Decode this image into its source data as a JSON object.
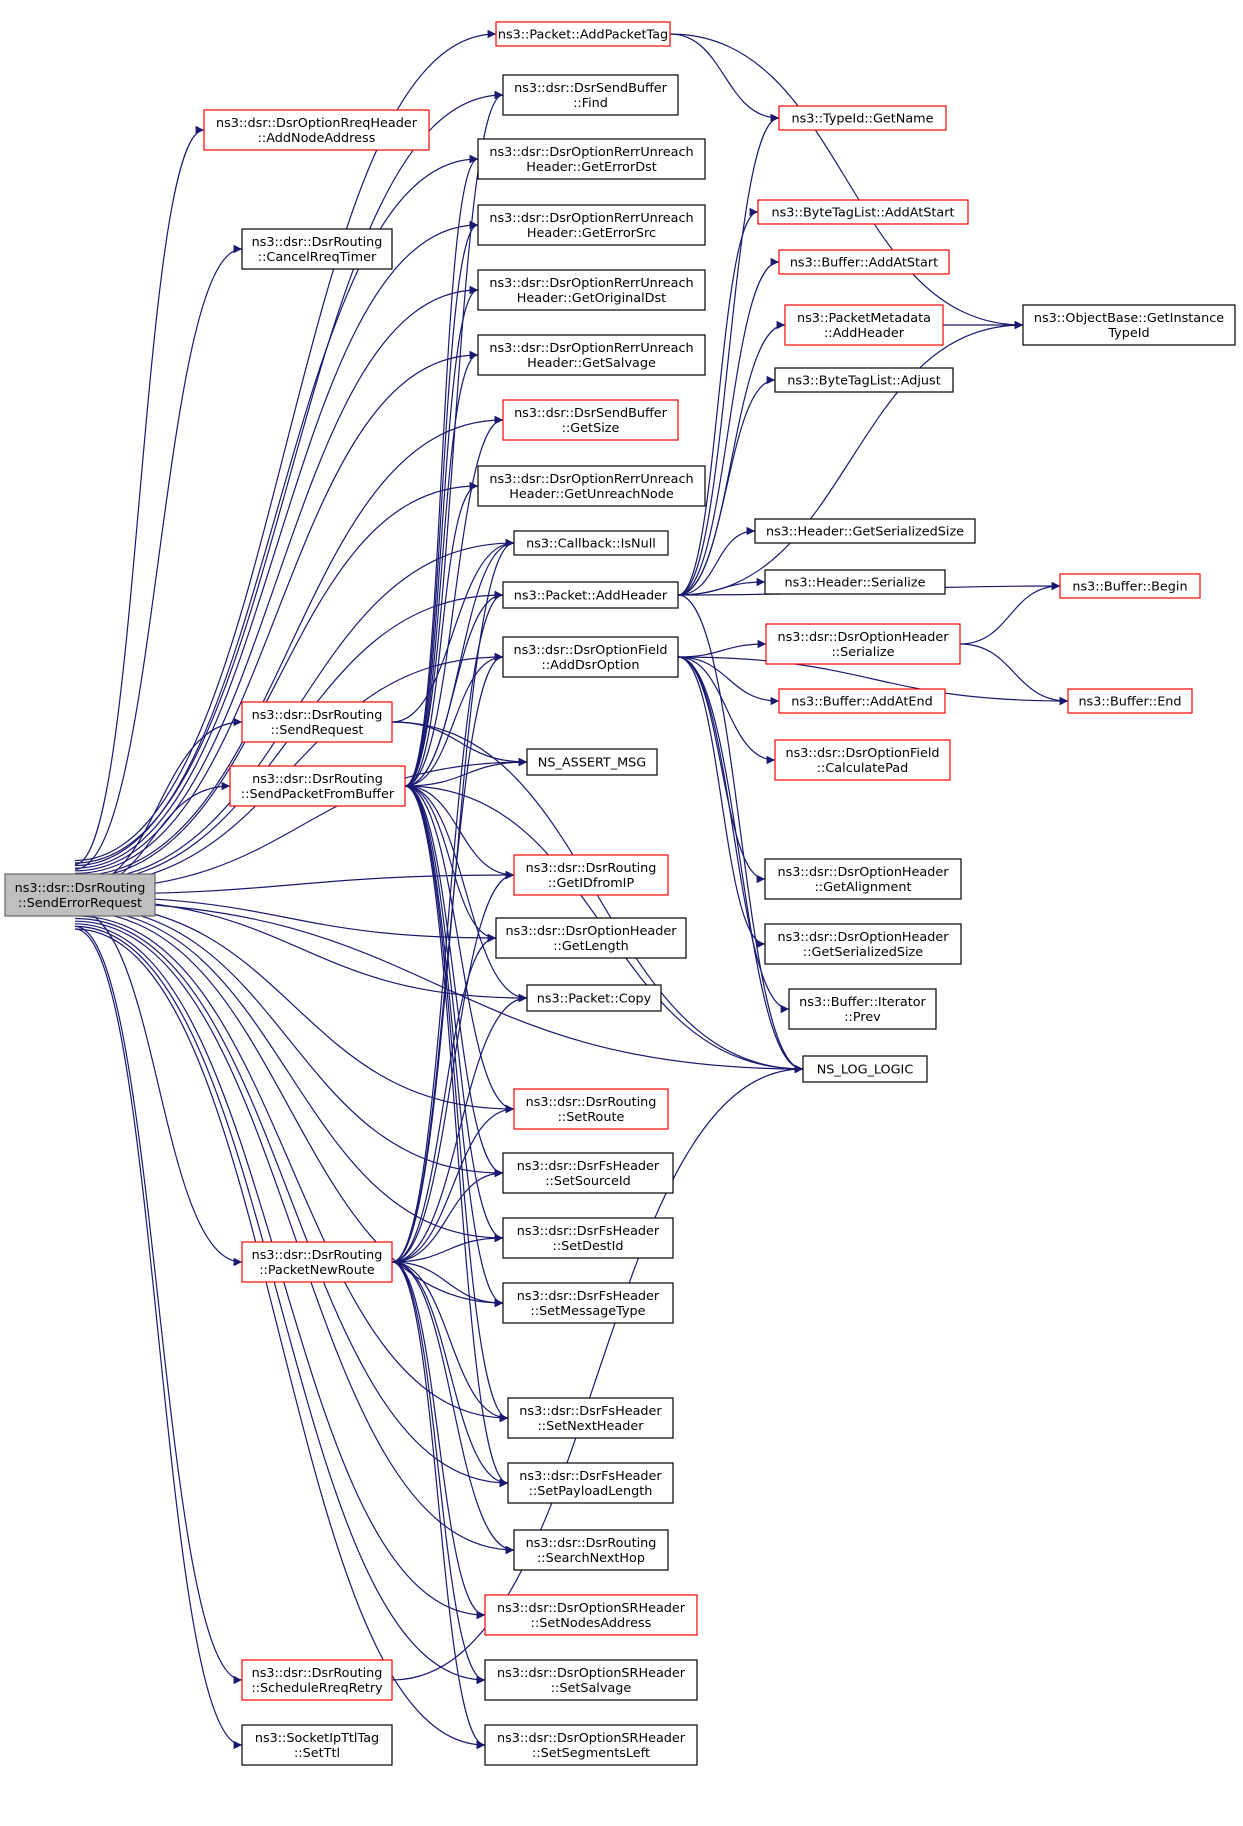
{
  "colors": {
    "edge": "#191970",
    "documented_border": "#000000",
    "undocumented_border": "#ff0000",
    "root_fill": "#bfbfbf",
    "root_border": "#666666",
    "node_fill": "#ffffff"
  },
  "graph": {
    "nodes": [
      {
        "id": "root",
        "label": [
          "ns3::dsr::DsrRouting",
          "::SendErrorRequest"
        ],
        "style": "root"
      },
      {
        "id": "addPacketTag",
        "label": [
          "ns3::Packet::AddPacketTag"
        ],
        "style": "red"
      },
      {
        "id": "sbFind",
        "label": [
          "ns3::dsr::DsrSendBuffer",
          "::Find"
        ],
        "style": "black"
      },
      {
        "id": "rreqAddNode",
        "label": [
          "ns3::dsr::DsrOptionRreqHeader",
          "::AddNodeAddress"
        ],
        "style": "red"
      },
      {
        "id": "getErrorDst",
        "label": [
          "ns3::dsr::DsrOptionRerrUnreach",
          "Header::GetErrorDst"
        ],
        "style": "black"
      },
      {
        "id": "cancelRreq",
        "label": [
          "ns3::dsr::DsrRouting",
          "::CancelRreqTimer"
        ],
        "style": "black"
      },
      {
        "id": "getErrorSrc",
        "label": [
          "ns3::dsr::DsrOptionRerrUnreach",
          "Header::GetErrorSrc"
        ],
        "style": "black"
      },
      {
        "id": "getOrigDst",
        "label": [
          "ns3::dsr::DsrOptionRerrUnreach",
          "Header::GetOriginalDst"
        ],
        "style": "black"
      },
      {
        "id": "getSalvage",
        "label": [
          "ns3::dsr::DsrOptionRerrUnreach",
          "Header::GetSalvage"
        ],
        "style": "black"
      },
      {
        "id": "sbGetSize",
        "label": [
          "ns3::dsr::DsrSendBuffer",
          "::GetSize"
        ],
        "style": "red"
      },
      {
        "id": "getUnreach",
        "label": [
          "ns3::dsr::DsrOptionRerrUnreach",
          "Header::GetUnreachNode"
        ],
        "style": "black"
      },
      {
        "id": "cbIsNull",
        "label": [
          "ns3::Callback::IsNull"
        ],
        "style": "black"
      },
      {
        "id": "pktAddHeader",
        "label": [
          "ns3::Packet::AddHeader"
        ],
        "style": "black"
      },
      {
        "id": "addDsrOption",
        "label": [
          "ns3::dsr::DsrOptionField",
          "::AddDsrOption"
        ],
        "style": "black"
      },
      {
        "id": "sendRequest",
        "label": [
          "ns3::dsr::DsrRouting",
          "::SendRequest"
        ],
        "style": "red"
      },
      {
        "id": "sendPktBuf",
        "label": [
          "ns3::dsr::DsrRouting",
          "::SendPacketFromBuffer"
        ],
        "style": "red"
      },
      {
        "id": "nsAssert",
        "label": [
          "NS_ASSERT_MSG"
        ],
        "style": "black"
      },
      {
        "id": "getIDfromIP",
        "label": [
          "ns3::dsr::DsrRouting",
          "::GetIDfromIP"
        ],
        "style": "red"
      },
      {
        "id": "ohGetLength",
        "label": [
          "ns3::dsr::DsrOptionHeader",
          "::GetLength"
        ],
        "style": "black"
      },
      {
        "id": "pktCopy",
        "label": [
          "ns3::Packet::Copy"
        ],
        "style": "black"
      },
      {
        "id": "nsLog",
        "label": [
          "NS_LOG_LOGIC"
        ],
        "style": "black"
      },
      {
        "id": "setRoute",
        "label": [
          "ns3::dsr::DsrRouting",
          "::SetRoute"
        ],
        "style": "red"
      },
      {
        "id": "setSourceId",
        "label": [
          "ns3::dsr::DsrFsHeader",
          "::SetSourceId"
        ],
        "style": "black"
      },
      {
        "id": "setDestId",
        "label": [
          "ns3::dsr::DsrFsHeader",
          "::SetDestId"
        ],
        "style": "black"
      },
      {
        "id": "pktNewRoute",
        "label": [
          "ns3::dsr::DsrRouting",
          "::PacketNewRoute"
        ],
        "style": "red"
      },
      {
        "id": "setMsgType",
        "label": [
          "ns3::dsr::DsrFsHeader",
          "::SetMessageType"
        ],
        "style": "black"
      },
      {
        "id": "setNextHeader",
        "label": [
          "ns3::dsr::DsrFsHeader",
          "::SetNextHeader"
        ],
        "style": "black"
      },
      {
        "id": "setPayloadLen",
        "label": [
          "ns3::dsr::DsrFsHeader",
          "::SetPayloadLength"
        ],
        "style": "black"
      },
      {
        "id": "searchNextHop",
        "label": [
          "ns3::dsr::DsrRouting",
          "::SearchNextHop"
        ],
        "style": "black"
      },
      {
        "id": "srSetNodes",
        "label": [
          "ns3::dsr::DsrOptionSRHeader",
          "::SetNodesAddress"
        ],
        "style": "red"
      },
      {
        "id": "schedRreqRetry",
        "label": [
          "ns3::dsr::DsrRouting",
          "::ScheduleRreqRetry"
        ],
        "style": "red"
      },
      {
        "id": "srSetSalvage",
        "label": [
          "ns3::dsr::DsrOptionSRHeader",
          "::SetSalvage"
        ],
        "style": "black"
      },
      {
        "id": "setTtl",
        "label": [
          "ns3::SocketIpTtlTag",
          "::SetTtl"
        ],
        "style": "black"
      },
      {
        "id": "srSetSegLeft",
        "label": [
          "ns3::dsr::DsrOptionSRHeader",
          "::SetSegmentsLeft"
        ],
        "style": "black"
      },
      {
        "id": "tidGetName",
        "label": [
          "ns3::TypeId::GetName"
        ],
        "style": "red"
      },
      {
        "id": "btlAddAtStart",
        "label": [
          "ns3::ByteTagList::AddAtStart"
        ],
        "style": "red"
      },
      {
        "id": "bufAddAtStart",
        "label": [
          "ns3::Buffer::AddAtStart"
        ],
        "style": "red"
      },
      {
        "id": "pmAddHeader",
        "label": [
          "ns3::PacketMetadata",
          "::AddHeader"
        ],
        "style": "red"
      },
      {
        "id": "obGetInstTid",
        "label": [
          "ns3::ObjectBase::GetInstance",
          "TypeId"
        ],
        "style": "black"
      },
      {
        "id": "btlAdjust",
        "label": [
          "ns3::ByteTagList::Adjust"
        ],
        "style": "black"
      },
      {
        "id": "hdrGetSerSize",
        "label": [
          "ns3::Header::GetSerializedSize"
        ],
        "style": "black"
      },
      {
        "id": "hdrSerialize",
        "label": [
          "ns3::Header::Serialize"
        ],
        "style": "black"
      },
      {
        "id": "bufBegin",
        "label": [
          "ns3::Buffer::Begin"
        ],
        "style": "red"
      },
      {
        "id": "ohSerialize",
        "label": [
          "ns3::dsr::DsrOptionHeader",
          "::Serialize"
        ],
        "style": "red"
      },
      {
        "id": "bufAddAtEnd",
        "label": [
          "ns3::Buffer::AddAtEnd"
        ],
        "style": "red"
      },
      {
        "id": "bufEnd",
        "label": [
          "ns3::Buffer::End"
        ],
        "style": "red"
      },
      {
        "id": "ofCalcPad",
        "label": [
          "ns3::dsr::DsrOptionField",
          "::CalculatePad"
        ],
        "style": "red"
      },
      {
        "id": "ohGetAlign",
        "label": [
          "ns3::dsr::DsrOptionHeader",
          "::GetAlignment"
        ],
        "style": "black"
      },
      {
        "id": "ohGetSerSize",
        "label": [
          "ns3::dsr::DsrOptionHeader",
          "::GetSerializedSize"
        ],
        "style": "black"
      },
      {
        "id": "bufItPrev",
        "label": [
          "ns3::Buffer::Iterator",
          "::Prev"
        ],
        "style": "black"
      }
    ],
    "edges": [
      [
        "root",
        "addPacketTag"
      ],
      [
        "root",
        "sbFind"
      ],
      [
        "root",
        "rreqAddNode"
      ],
      [
        "root",
        "getErrorDst"
      ],
      [
        "root",
        "cancelRreq"
      ],
      [
        "root",
        "getErrorSrc"
      ],
      [
        "root",
        "getOrigDst"
      ],
      [
        "root",
        "getSalvage"
      ],
      [
        "root",
        "sbGetSize"
      ],
      [
        "root",
        "getUnreach"
      ],
      [
        "root",
        "cbIsNull"
      ],
      [
        "root",
        "pktAddHeader"
      ],
      [
        "root",
        "addDsrOption"
      ],
      [
        "root",
        "sendRequest"
      ],
      [
        "root",
        "sendPktBuf"
      ],
      [
        "root",
        "nsAssert"
      ],
      [
        "root",
        "getIDfromIP"
      ],
      [
        "root",
        "ohGetLength"
      ],
      [
        "root",
        "pktCopy"
      ],
      [
        "root",
        "nsLog"
      ],
      [
        "root",
        "setRoute"
      ],
      [
        "root",
        "setSourceId"
      ],
      [
        "root",
        "setDestId"
      ],
      [
        "root",
        "pktNewRoute"
      ],
      [
        "root",
        "setMsgType"
      ],
      [
        "root",
        "setNextHeader"
      ],
      [
        "root",
        "setPayloadLen"
      ],
      [
        "root",
        "searchNextHop"
      ],
      [
        "root",
        "srSetNodes"
      ],
      [
        "root",
        "schedRreqRetry"
      ],
      [
        "root",
        "srSetSalvage"
      ],
      [
        "root",
        "setTtl"
      ],
      [
        "root",
        "srSetSegLeft"
      ],
      [
        "addPacketTag",
        "tidGetName"
      ],
      [
        "addPacketTag",
        "obGetInstTid"
      ],
      [
        "pktAddHeader",
        "tidGetName"
      ],
      [
        "pktAddHeader",
        "btlAddAtStart"
      ],
      [
        "pktAddHeader",
        "bufAddAtStart"
      ],
      [
        "pktAddHeader",
        "pmAddHeader"
      ],
      [
        "pktAddHeader",
        "obGetInstTid"
      ],
      [
        "pktAddHeader",
        "btlAdjust"
      ],
      [
        "pktAddHeader",
        "hdrGetSerSize"
      ],
      [
        "pktAddHeader",
        "hdrSerialize"
      ],
      [
        "pktAddHeader",
        "bufBegin"
      ],
      [
        "pktAddHeader",
        "nsLog"
      ],
      [
        "pmAddHeader",
        "obGetInstTid"
      ],
      [
        "addDsrOption",
        "ohSerialize"
      ],
      [
        "addDsrOption",
        "bufAddAtEnd"
      ],
      [
        "addDsrOption",
        "ofCalcPad"
      ],
      [
        "addDsrOption",
        "ohGetAlign"
      ],
      [
        "addDsrOption",
        "ohGetSerSize"
      ],
      [
        "addDsrOption",
        "bufItPrev"
      ],
      [
        "addDsrOption",
        "nsLog"
      ],
      [
        "addDsrOption",
        "bufEnd"
      ],
      [
        "ohSerialize",
        "bufBegin"
      ],
      [
        "ohSerialize",
        "bufEnd"
      ],
      [
        "sendRequest",
        "cbIsNull"
      ],
      [
        "sendRequest",
        "nsAssert"
      ],
      [
        "sendRequest",
        "nsLog"
      ],
      [
        "sendPktBuf",
        "sbFind"
      ],
      [
        "sendPktBuf",
        "getErrorDst"
      ],
      [
        "sendPktBuf",
        "getErrorSrc"
      ],
      [
        "sendPktBuf",
        "getOrigDst"
      ],
      [
        "sendPktBuf",
        "getSalvage"
      ],
      [
        "sendPktBuf",
        "sbGetSize"
      ],
      [
        "sendPktBuf",
        "getUnreach"
      ],
      [
        "sendPktBuf",
        "cbIsNull"
      ],
      [
        "sendPktBuf",
        "pktAddHeader"
      ],
      [
        "sendPktBuf",
        "addDsrOption"
      ],
      [
        "sendPktBuf",
        "nsAssert"
      ],
      [
        "sendPktBuf",
        "getIDfromIP"
      ],
      [
        "sendPktBuf",
        "ohGetLength"
      ],
      [
        "sendPktBuf",
        "pktCopy"
      ],
      [
        "sendPktBuf",
        "nsLog"
      ],
      [
        "sendPktBuf",
        "setRoute"
      ],
      [
        "sendPktBuf",
        "setSourceId"
      ],
      [
        "sendPktBuf",
        "setDestId"
      ],
      [
        "sendPktBuf",
        "setMsgType"
      ],
      [
        "sendPktBuf",
        "setNextHeader"
      ],
      [
        "sendPktBuf",
        "setPayloadLen"
      ],
      [
        "pktNewRoute",
        "cbIsNull"
      ],
      [
        "pktNewRoute",
        "pktAddHeader"
      ],
      [
        "pktNewRoute",
        "addDsrOption"
      ],
      [
        "pktNewRoute",
        "getIDfromIP"
      ],
      [
        "pktNewRoute",
        "ohGetLength"
      ],
      [
        "pktNewRoute",
        "pktCopy"
      ],
      [
        "pktNewRoute",
        "setRoute"
      ],
      [
        "pktNewRoute",
        "setSourceId"
      ],
      [
        "pktNewRoute",
        "setDestId"
      ],
      [
        "pktNewRoute",
        "setMsgType"
      ],
      [
        "pktNewRoute",
        "setNextHeader"
      ],
      [
        "pktNewRoute",
        "setPayloadLen"
      ],
      [
        "pktNewRoute",
        "searchNextHop"
      ],
      [
        "pktNewRoute",
        "srSetNodes"
      ],
      [
        "pktNewRoute",
        "srSetSalvage"
      ],
      [
        "pktNewRoute",
        "srSetSegLeft"
      ],
      [
        "schedRreqRetry",
        "nsLog"
      ]
    ]
  }
}
